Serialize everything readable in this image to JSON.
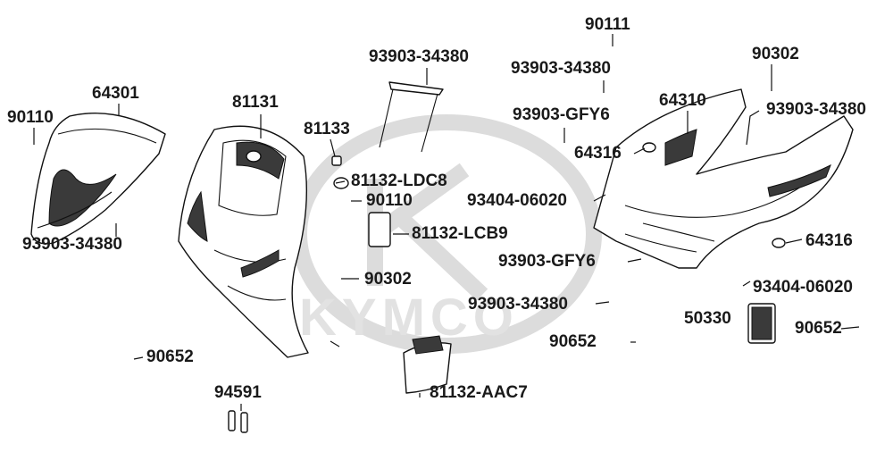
{
  "watermark": {
    "brand": "KYMCO"
  },
  "parts": [
    {
      "id": "p1",
      "label": "90111"
    },
    {
      "id": "p2",
      "label": "93903-34380"
    },
    {
      "id": "p3",
      "label": "90302"
    },
    {
      "id": "p4",
      "label": "93903-34380"
    },
    {
      "id": "p5",
      "label": "64301"
    },
    {
      "id": "p6",
      "label": "81131"
    },
    {
      "id": "p7",
      "label": "64310"
    },
    {
      "id": "p8",
      "label": "93903-34380"
    },
    {
      "id": "p9",
      "label": "90110"
    },
    {
      "id": "p10",
      "label": "81133"
    },
    {
      "id": "p11",
      "label": "93903-GFY6"
    },
    {
      "id": "p12",
      "label": "64316"
    },
    {
      "id": "p13",
      "label": "81132-LDC8"
    },
    {
      "id": "p14",
      "label": "90110"
    },
    {
      "id": "p15",
      "label": "93404-06020"
    },
    {
      "id": "p16",
      "label": "81132-LCB9"
    },
    {
      "id": "p17",
      "label": "93903-34380"
    },
    {
      "id": "p18",
      "label": "64316"
    },
    {
      "id": "p19",
      "label": "93903-GFY6"
    },
    {
      "id": "p20",
      "label": "90302"
    },
    {
      "id": "p21",
      "label": "93404-06020"
    },
    {
      "id": "p22",
      "label": "93903-34380"
    },
    {
      "id": "p23",
      "label": "50330"
    },
    {
      "id": "p24",
      "label": "90652"
    },
    {
      "id": "p25",
      "label": "90652"
    },
    {
      "id": "p26",
      "label": "90652"
    },
    {
      "id": "p27",
      "label": "94591"
    },
    {
      "id": "p28",
      "label": "81132-AAC7"
    }
  ]
}
